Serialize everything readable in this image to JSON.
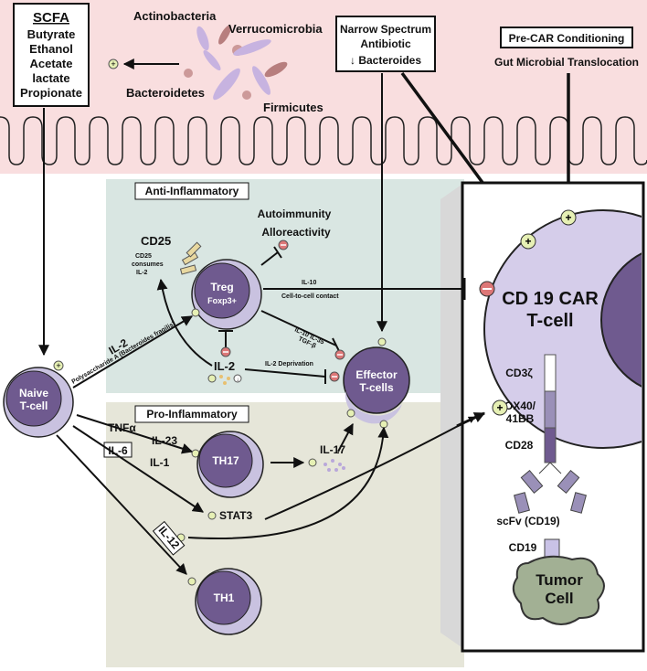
{
  "gut": {
    "scfa_title": "SCFA",
    "scfa_items": [
      "Butyrate",
      "Ethanol",
      "Acetate",
      "lactate",
      "Propionate"
    ],
    "bacteria": [
      "Actinobacteria",
      "Verrucomicrobia",
      "Bacteroidetes",
      "Firmicutes"
    ],
    "antibiotic": {
      "line1": "Narrow Spectrum",
      "line2": "Antibiotic",
      "line3": "↓ Bacteroides"
    },
    "precar": {
      "title": "Pre-CAR Conditioning",
      "subtitle": "Gut Microbial Translocation"
    }
  },
  "anti": {
    "title": "Anti-Inflammatory",
    "autoimmunity": "Autoimmunity",
    "alloreactivity": "Alloreactivity",
    "cd25": "CD25",
    "cd25_note": [
      "CD25",
      "consumes",
      "IL-2"
    ],
    "treg": "Treg",
    "foxp3": "Foxp3+",
    "il10_top": "IL-10",
    "contact": "Cell-to-cell contact",
    "il10_il35": "IL-10  IL-35",
    "tgfb": "TGF-β",
    "il2": "IL-2",
    "il2_deprivation": "IL-2 Deprivation",
    "il2_naive": "IL-2",
    "polysaccharide": "Polysaccharide A (Bacteroides fragilis)",
    "effector_line1": "Effector",
    "effector_line2": "T-cells"
  },
  "naive": {
    "line1": "Naive",
    "line2": "T-cell"
  },
  "pro": {
    "title": "Pro-Inflammatory",
    "tnfa": "TNFα",
    "il23": "IL-23",
    "il6": "IL-6",
    "il1": "IL-1",
    "th17": "TH17",
    "il17": "IL-17",
    "stat3": "STAT3",
    "il12": "IL-12",
    "th1": "TH1"
  },
  "car": {
    "title_line1": "CD 19 CAR",
    "title_line2": "T-cell",
    "cd3z": "CD3ζ",
    "ox40_line1": "OX40/",
    "ox40_line2": "41BB",
    "cd28": "CD28",
    "scfv": "scFv (CD19)",
    "cd19": "CD19",
    "tumor_line1": "Tumor",
    "tumor_line2": "Cell"
  },
  "colors": {
    "gut_bg": "#f9dedf",
    "anti_bg": "#d9e6e2",
    "pro_bg": "#e6e6d9",
    "cell_fill": "#6f5a8f",
    "cell_light": "#c9c2e0",
    "car_fill": "#d5cdea",
    "tumor_fill": "#a2b094",
    "plus": "#e6f0b4",
    "minus": "#dd7777"
  }
}
